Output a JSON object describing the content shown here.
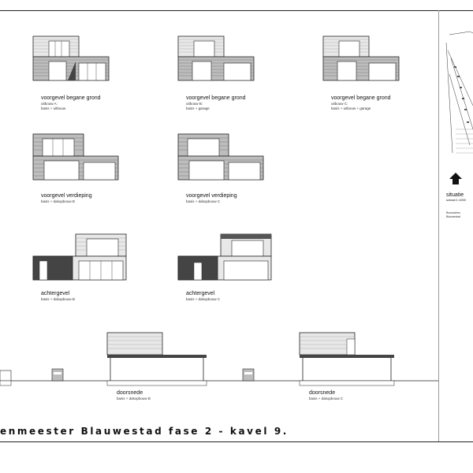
{
  "title": "enmeester Blauwestad fase 2 - kavel 9.",
  "elevations_row1": [
    {
      "title": "voorgevel begane grond",
      "sub1": "uitbouw A:",
      "sub2": "basis + uitbouw"
    },
    {
      "title": "voorgevel begane grond",
      "sub1": "uitbouw B:",
      "sub2": "basis + garage"
    },
    {
      "title": "voorgevel begane grond",
      "sub1": "uitbouw C:",
      "sub2": "basis + uitbouw + garage"
    }
  ],
  "elevations_row2": [
    {
      "title": "voorgevel verdieping",
      "sub1": "basis + dakopbouw B"
    },
    {
      "title": "voorgevel verdieping",
      "sub1": "basis + dakopbouw C"
    }
  ],
  "elevations_row3": [
    {
      "title": "achtergevel",
      "sub1": "basis + dakopbouw B"
    },
    {
      "title": "achtergevel",
      "sub1": "basis + dakopbouw C"
    }
  ],
  "sections": [
    {
      "title": "doorsnede",
      "sub1": "basis + dakopbouw B"
    },
    {
      "title": "doorsnede",
      "sub1": "basis + dakopbouw C"
    }
  ],
  "site": {
    "title": "situatie",
    "scale": "schaal 1:1000",
    "note1": "Bouwadres:",
    "note2": "Blauwestad"
  }
}
